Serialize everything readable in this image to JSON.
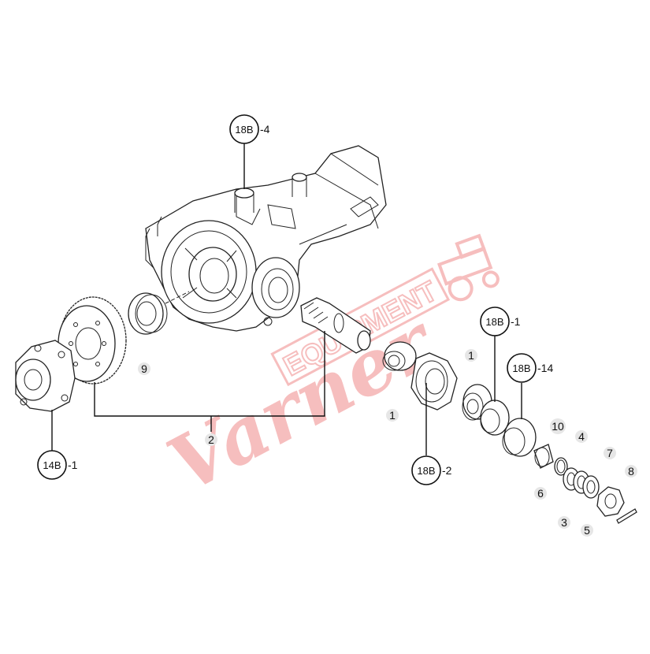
{
  "watermark": {
    "script_text": "Varner",
    "block_text": "EQUIPMENT",
    "color": "#f08a8a"
  },
  "callouts": {
    "ref_18b_4": {
      "circle": "18B",
      "suffix": "-4"
    },
    "ref_18b_1": {
      "circle": "18B",
      "suffix": "-1"
    },
    "ref_18b_14": {
      "circle": "18B",
      "suffix": "-14"
    },
    "ref_18b_2": {
      "circle": "18B",
      "suffix": "-2"
    },
    "ref_14b_1": {
      "circle": "14B",
      "suffix": "-1"
    }
  },
  "numbers": {
    "n9": "9",
    "n2": "2",
    "n1a": "1",
    "n1b": "1",
    "n10": "10",
    "n4": "4",
    "n7": "7",
    "n8": "8",
    "n6": "6",
    "n3": "3",
    "n5": "5"
  },
  "colors": {
    "line": "#222222",
    "badge_fill": "#e6e6e6",
    "watermark": "#f08a8a"
  }
}
